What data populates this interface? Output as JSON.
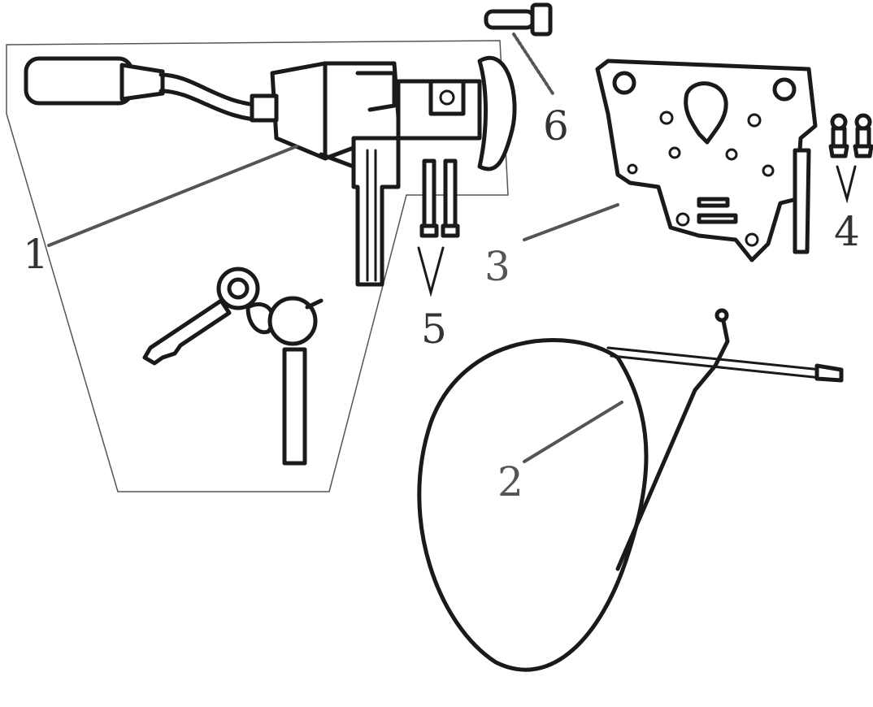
{
  "callouts": [
    {
      "id": "1",
      "label": "1"
    },
    {
      "id": "2",
      "label": "2"
    },
    {
      "id": "3",
      "label": "3"
    },
    {
      "id": "4",
      "label": "4"
    },
    {
      "id": "5",
      "label": "5"
    },
    {
      "id": "6",
      "label": "6"
    }
  ],
  "colors": {
    "line": "#1a1a1a",
    "leader": "#555555",
    "background": "#ffffff"
  }
}
